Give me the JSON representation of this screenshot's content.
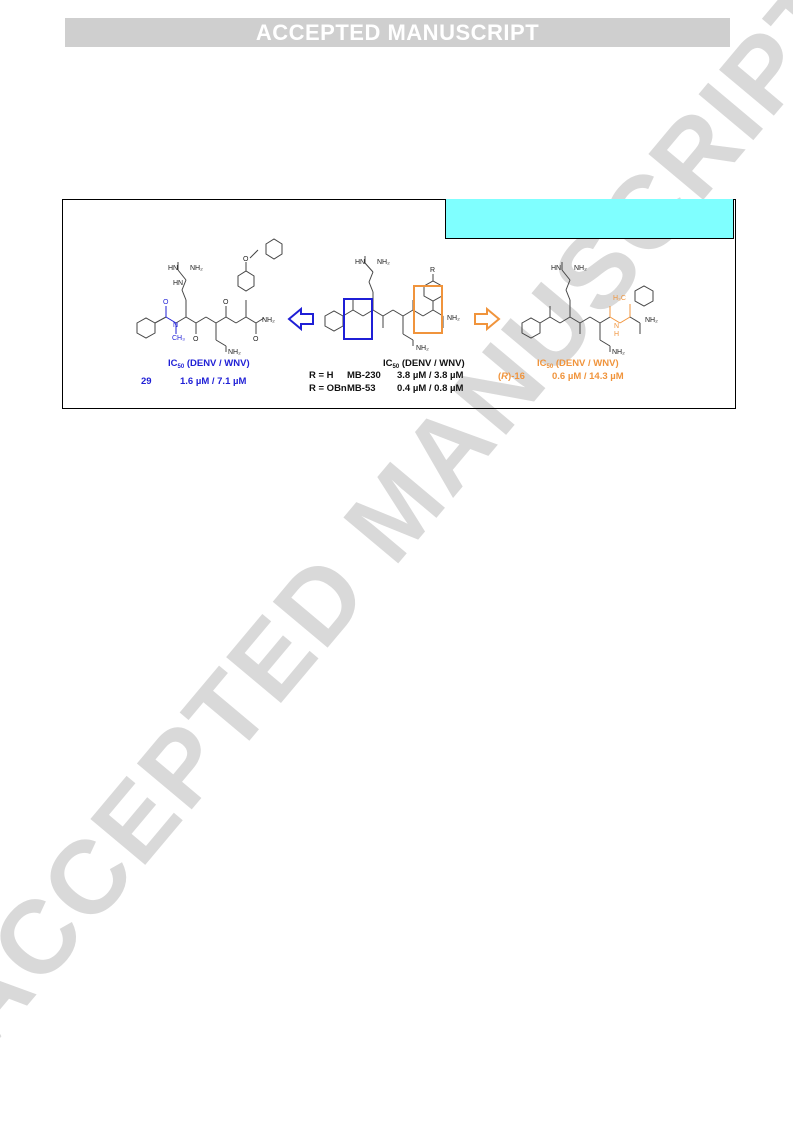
{
  "header": {
    "banner": "ACCEPTED MANUSCRIPT"
  },
  "watermark": {
    "text": "ACCEPTED MANUSCRIPT"
  },
  "figure": {
    "colors": {
      "blue": "#1f1fd6",
      "orange": "#f0943c",
      "cyan_box": "#7fffff",
      "black": "#000000"
    },
    "left": {
      "ic50_prefix": "IC",
      "ic50_sub": "50",
      "ic50_suffix": " (DENV / WNV)",
      "compound": "29",
      "values": "1.6 µM / 7.1 µM",
      "labels": {
        "hn": "HN",
        "nh2": "NH₂",
        "h": "H",
        "n": "N",
        "o": "O",
        "ch3": "CH₃"
      }
    },
    "center": {
      "ic50_prefix": "IC",
      "ic50_sub": "50",
      "ic50_suffix": " (DENV / WNV)",
      "rows": [
        {
          "r": "R = H",
          "name": "MB-230",
          "values": "3.8 µM / 3.8 µM"
        },
        {
          "r": "R = OBn",
          "name": "MB-53",
          "values": "0.4 µM / 0.8 µM"
        }
      ],
      "labels": {
        "r": "R"
      }
    },
    "right": {
      "ic50_prefix": "IC",
      "ic50_sub": "50",
      "ic50_suffix": " (DENV / WNV)",
      "compound_prefix": "(",
      "compound_italic": "R",
      "compound_suffix": ")-16",
      "values": "0.6 µM / 14.3 µM",
      "labels": {
        "h3c": "H₃C"
      }
    }
  }
}
